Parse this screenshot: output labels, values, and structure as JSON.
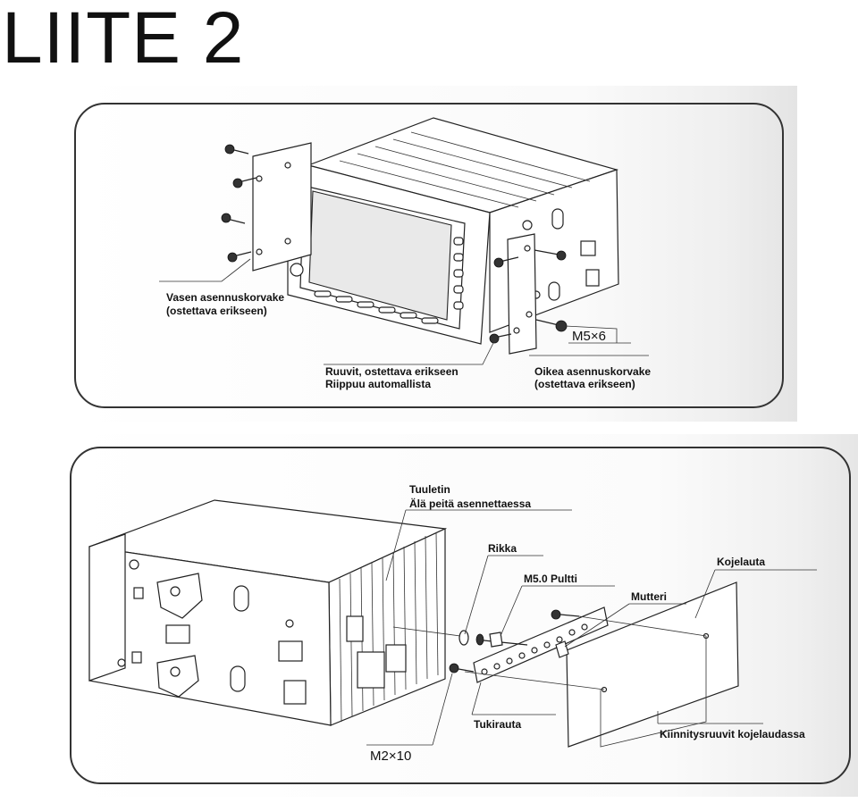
{
  "title": "LIITE 2",
  "top_diagram": {
    "left_bracket": {
      "line1": "Vasen asennuskorvake",
      "line2": "(ostettava erikseen)"
    },
    "screws": {
      "line1": "Ruuvit, ostettava erikseen",
      "line2": "Riippuu automallista"
    },
    "right_bracket": {
      "line1": "Oikea asennuskorvake",
      "line2": "(ostettava erikseen)"
    },
    "screw_size": "M5×6"
  },
  "bottom_diagram": {
    "vent": {
      "line1": "Tuuletin",
      "line2": "Älä peitä asennettaessa"
    },
    "washer": "Rikka",
    "bolt": "M5.0 Pultti",
    "nut": "Mutteri",
    "dashboard": "Kojelauta",
    "support_bracket": "Tukirauta",
    "dash_screws": "Kiinnitysruuvit kojelaudassa",
    "screw_size": "M2×10"
  }
}
